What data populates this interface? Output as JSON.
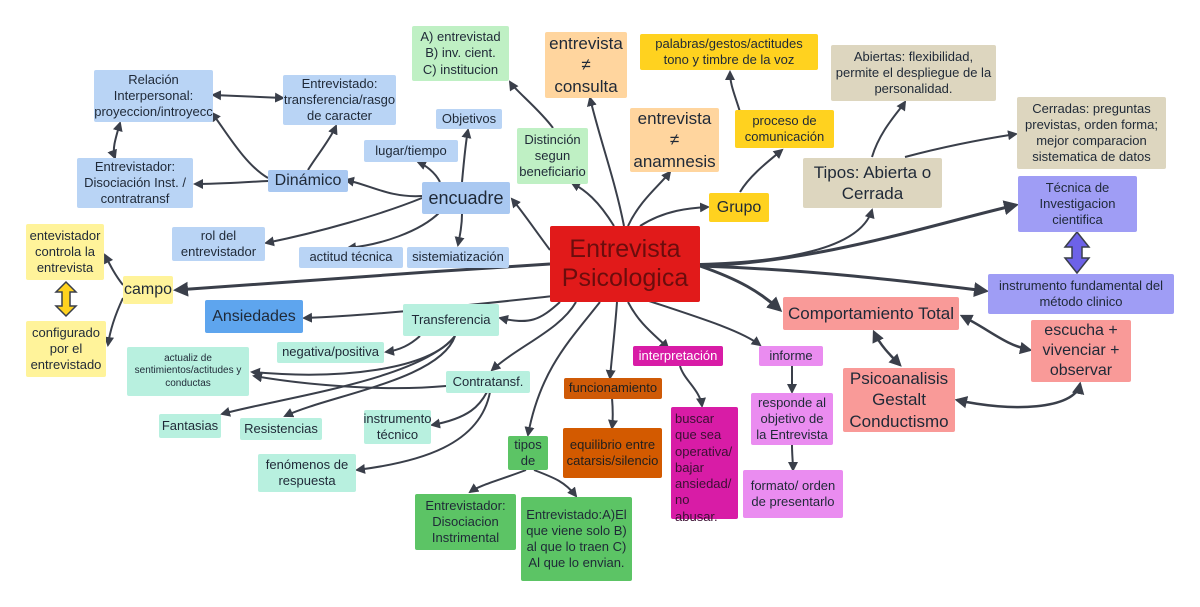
{
  "colors": {
    "connector": "#3a3f4a",
    "central": "#e11a1a",
    "arrow_fill": "#ffd21f",
    "arrow_fill_blue": "#6d62e8"
  },
  "central": "Entrevista\nPsicologica",
  "left": {
    "encuadre": "encuadre",
    "objetivos": "Objetivos",
    "lugar_tiempo": "lugar/tiempo",
    "dinamico": "Dinámico",
    "relacion": "Relación\nInterpersonal:\nproyeccion/introyecc",
    "entrevistado_transf": "Entrevistado:\ntransferencia/rasgo\nde caracter",
    "entrevistador_disoc": "Entrevistador:\nDisociación Inst. /\ncontratransf",
    "rol": "rol del\nentrevistador",
    "actitud": "actitud técnica",
    "sistematizacion": "sistemiatización",
    "campo": "campo",
    "controla": "entevistador\ncontrola la\nentrevista",
    "configurado": "configurado\npor el\nentrevistado",
    "ansiedades": "Ansiedades"
  },
  "top": {
    "a_b_c": "A) entrevistad\nB) inv. cient.\nC) institucion",
    "distincion": "Distinción\nsegun\nbeneficiario",
    "consulta": "entrevista\n≠\nconsulta",
    "anamnesis": "entrevista\n≠\nanamnesis",
    "palabras": "palabras/gestos/actitudes\ntono y timbre de la voz",
    "proceso": "proceso de\ncomunicación",
    "grupo": "Grupo"
  },
  "right": {
    "abiertas": "Abiertas: flexibilidad,\npermite el despliegue de la\npersonalidad.",
    "cerradas": "Cerradas: preguntas\nprevistas, orden forma;\nmejor comparacion\nsistematica de datos",
    "tipos_ac": "Tipos: Abierta o\nCerrada",
    "tecnica": "Técnica de\nInvestigacion\ncientifica",
    "instrumento": "instrumento fundamental del\nmétodo clinico",
    "comportamiento": "Comportamiento Total",
    "escucha": "escucha +\nvivenciar +\nobservar",
    "psicoanalisis": "Psicoanalisis\nGestalt\nConductismo"
  },
  "bottom": {
    "transferencia": "Transferencia",
    "negativa": "negativa/positiva",
    "actualiz": "actualiz de\nsentimientos/actitudes y\nconductas",
    "fantasias": "Fantasias",
    "resistencias": "Resistencias",
    "contratransf": "Contratansf.",
    "instrumento_tecnico": "instrumento\ntécnico",
    "fenomenos": "fenómenos de\nrespuesta",
    "tipos_de": "tipos\nde",
    "entrevistador_disoc_instr": "Entrevistador:\nDisociacion\nInstrimental",
    "entrevistado_abc": "Entrevistado:A)El\nque viene solo B)\nal que lo traen C)\nAl que lo envian.",
    "funcionamiento": "funcionamiento",
    "equilibrio": "equilibrio entre\ncatarsis/silencio",
    "interpretacion": "interpretación",
    "buscar": "buscar\nque sea\noperativa/\nbajar\nansiedad/\nno\nabusar.",
    "informe": "informe",
    "responde": "responde al\nobjetivo de\nla Entrevista",
    "formato": "formato/ orden\nde presentarlo"
  }
}
